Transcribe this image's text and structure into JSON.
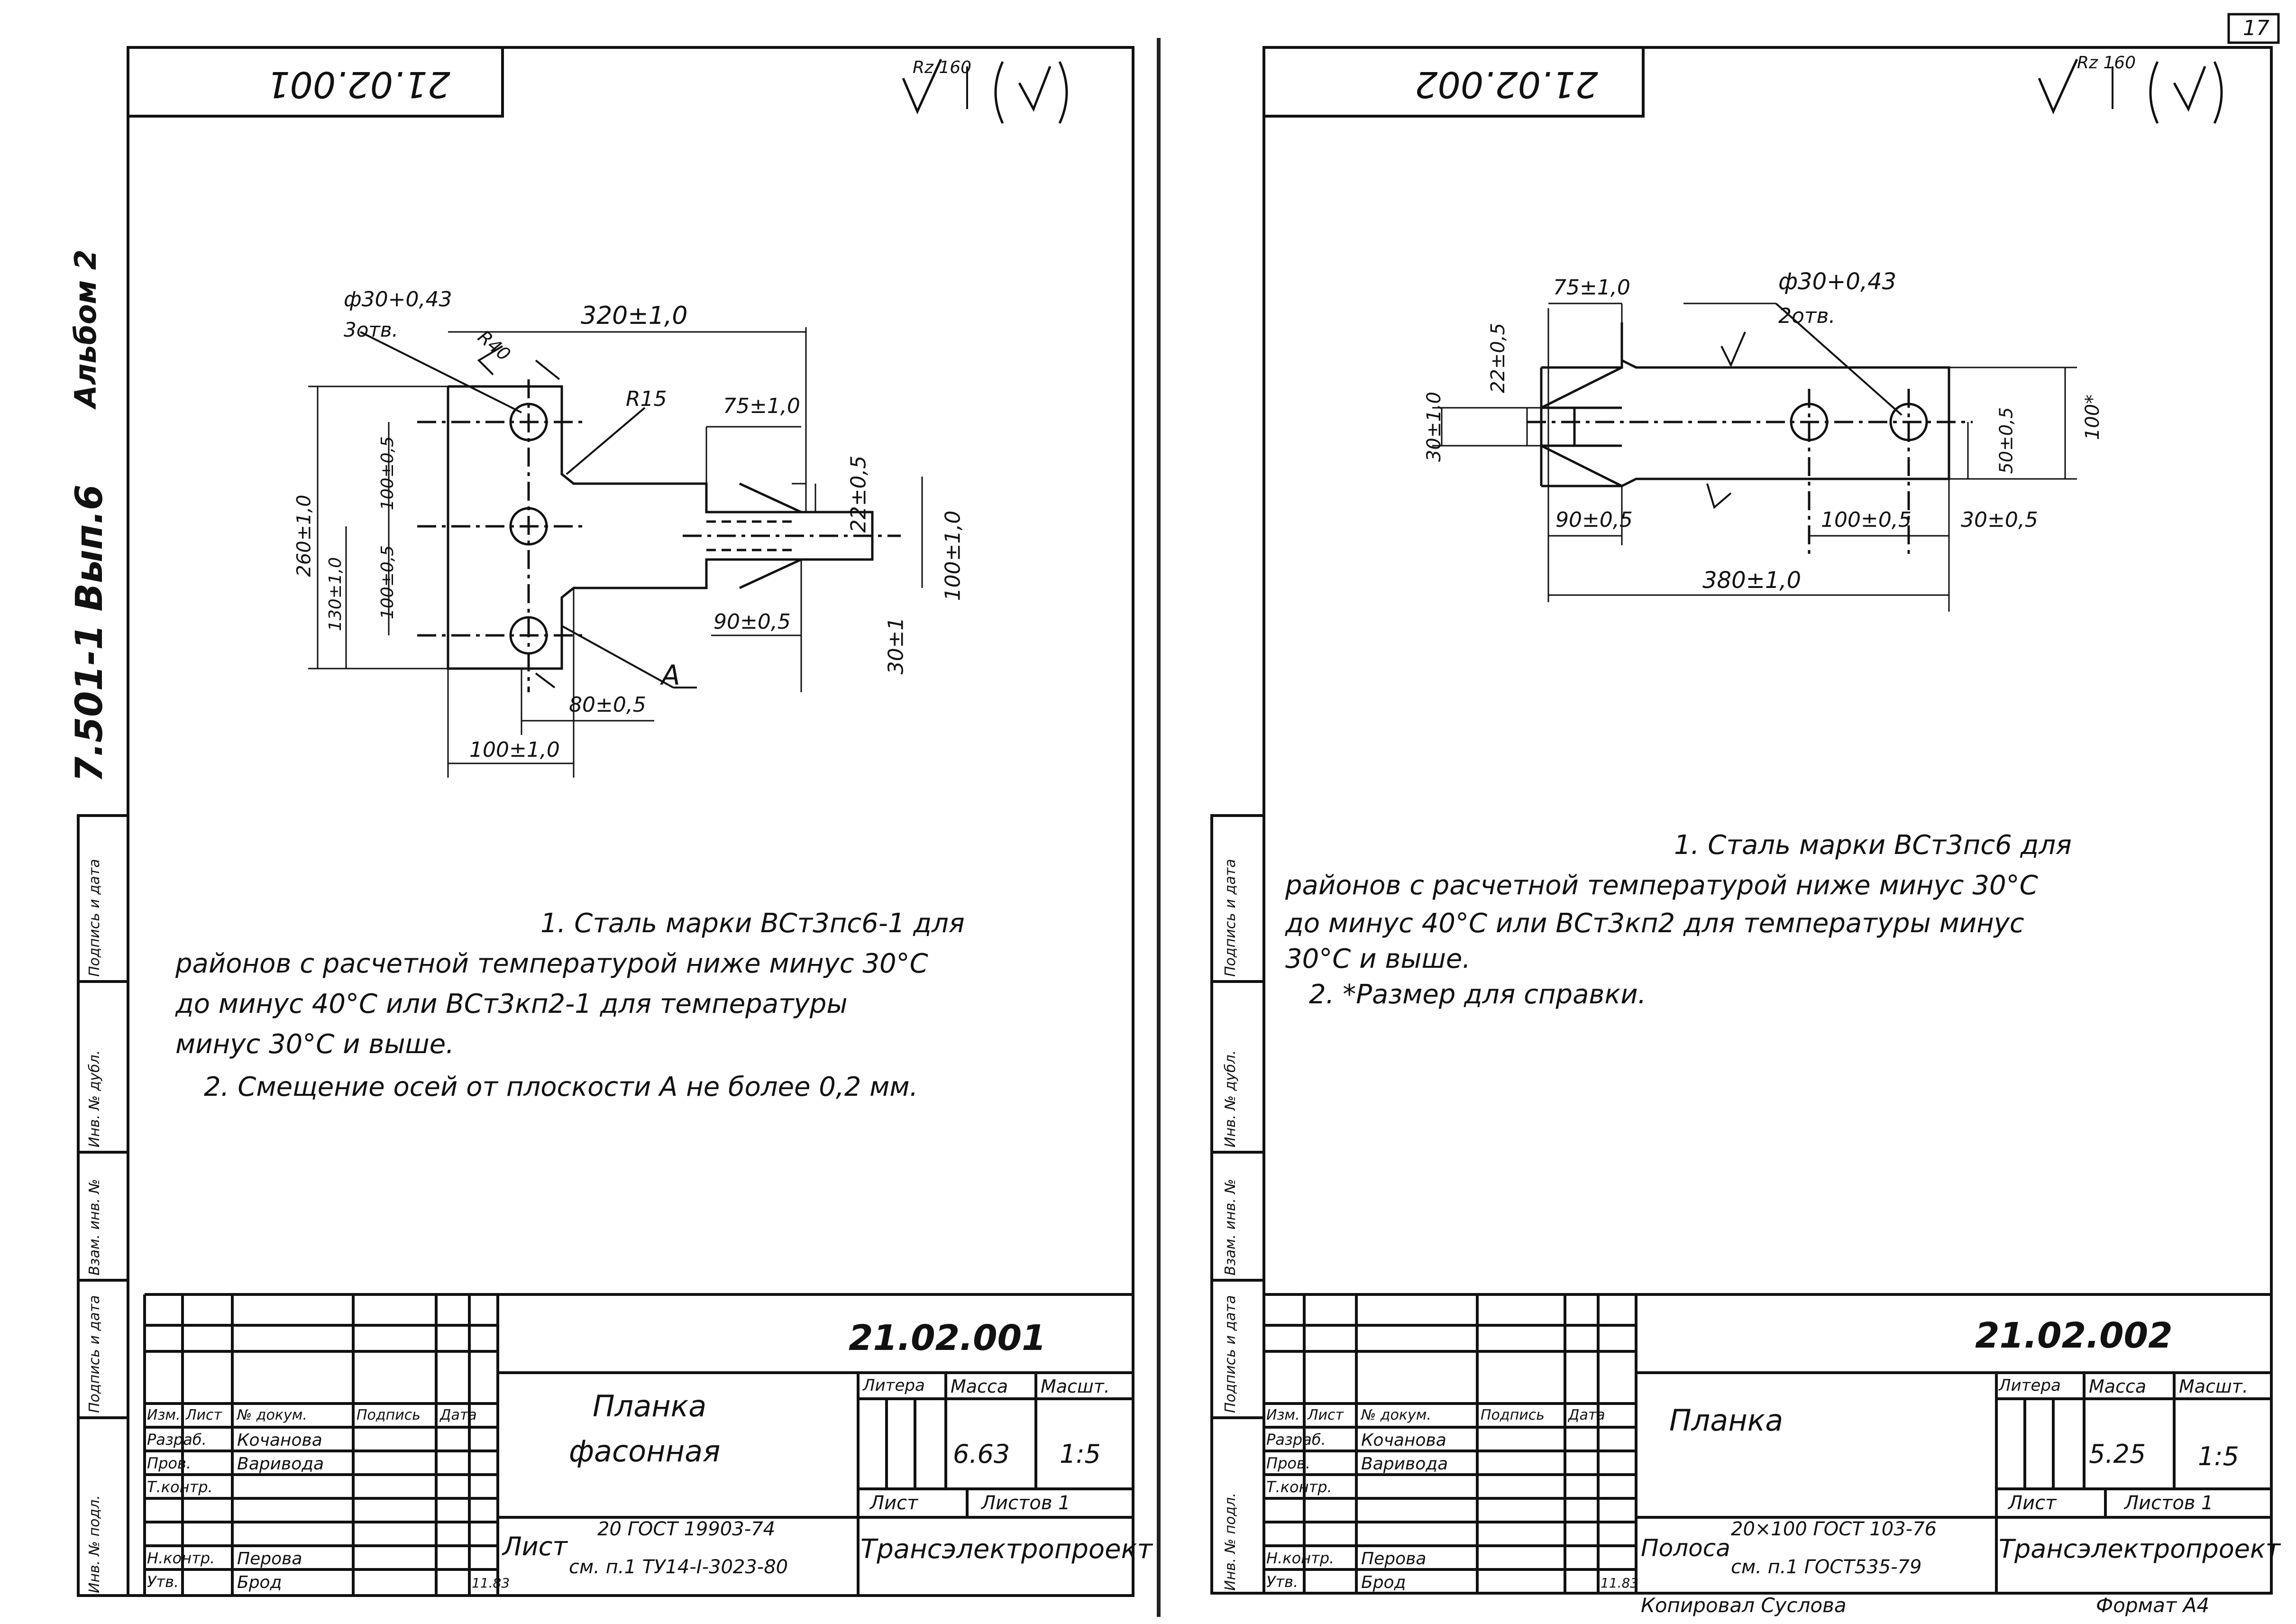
{
  "left_sheet": {
    "corner_code": "21.02.001",
    "roughness": "Rz 160",
    "album_label": "7.501-1 Вып.6",
    "album_label2": "Альбом 2",
    "dims": {
      "hole": "ф30+0,43",
      "hole_count": "3отв.",
      "len_320": "320±1,0",
      "r40": "R40",
      "r15": "R15",
      "d75": "75±1,0",
      "d22": "22±0,5",
      "d100r": "100±1,0",
      "d30": "30±1",
      "d90": "90±0,5",
      "d80": "80±0,5",
      "d100b": "100±1,0",
      "d260": "260±1,0",
      "d130": "130±1,0",
      "d100a": "100±0,5",
      "d100c": "100±0,5",
      "plane": "A"
    },
    "notes": {
      "n1_line1": "1. Сталь марки ВСт3пс6-1 для",
      "n1_line2": "районов с расчетной температурой ниже минус 30°С",
      "n1_line3": "до минус 40°С или ВСт3кп2-1 для температуры",
      "n1_line4": "минус 30°С и выше.",
      "n2": "2. Смещение осей от плоскости A не более 0,2 мм."
    },
    "title_block": {
      "code": "21.02.001",
      "name_line1": "Планка",
      "name_line2": "фасонная",
      "material_prefix": "Лист",
      "material_line1": "20 ГОСТ 19903-74",
      "material_line2": "см. п.1 ТУ14-I-3023-80",
      "col_litera": "Литера",
      "col_mass": "Масса",
      "col_scale": "Масшт.",
      "mass": "6.63",
      "scale": "1:5",
      "sheet": "Лист",
      "sheets": "Листов 1",
      "org": "Трансэлектропроект",
      "hdr": [
        "Изм.",
        "Лист",
        "№ докум.",
        "Подпись",
        "Дата"
      ],
      "roles": [
        "Разраб.",
        "Пров.",
        "Т.контр.",
        "",
        "Н.контр.",
        "Утв."
      ],
      "names": [
        "Кочанова",
        "Варивода",
        "",
        "",
        "Перова",
        "Брод"
      ],
      "date": "11.83"
    },
    "side_stamp": [
      "Инв. № подл.",
      "Подпись и дата",
      "Взам. инв. №",
      "Инв. № дубл.",
      "Подпись и дата"
    ]
  },
  "right_sheet": {
    "corner_code": "21.02.002",
    "roughness": "Rz 160",
    "page_mark": "17",
    "dims": {
      "d75": "75±1,0",
      "hole": "ф30+0,43",
      "hole_count": "2отв.",
      "d22": "22±0,5",
      "d30": "30±1,0",
      "d90": "90±0,5",
      "d100": "100±0,5",
      "d30b": "30±0,5",
      "d50": "50±0,5",
      "d100v": "100*",
      "d380": "380±1,0"
    },
    "notes": {
      "n1_line1": "1. Сталь марки ВСт3пс6 для",
      "n1_line2": "районов с расчетной температурой ниже минус 30°С",
      "n1_line3": "до минус 40°С или ВСт3кп2 для температуры минус",
      "n1_line4": "30°С и выше.",
      "n2": "2. *Размер для справки."
    },
    "title_block": {
      "code": "21.02.002",
      "name_line1": "Планка",
      "material_prefix": "Полоса",
      "material_line1": "20×100 ГОСТ 103-76",
      "material_line2": "см. п.1 ГОСТ535-79",
      "col_litera": "Литера",
      "col_mass": "Масса",
      "col_scale": "Масшт.",
      "mass": "5.25",
      "scale": "1:5",
      "sheet": "Лист",
      "sheets": "Листов 1",
      "org": "Трансэлектропроект",
      "hdr": [
        "Изм.",
        "Лист",
        "№ докум.",
        "Подпись",
        "Дата"
      ],
      "roles": [
        "Разраб.",
        "Пров.",
        "Т.контр.",
        "",
        "Н.контр.",
        "Утв."
      ],
      "names": [
        "Кочанова",
        "Варивода",
        "",
        "",
        "Перова",
        "Брод"
      ],
      "date": "11.83",
      "copied": "Копировал Суслова",
      "format": "Формат А4"
    },
    "side_stamp": [
      "Инв. № подл.",
      "Подпись и дата",
      "Взам. инв. №",
      "Инв. № дубл.",
      "Подпись и дата"
    ]
  }
}
